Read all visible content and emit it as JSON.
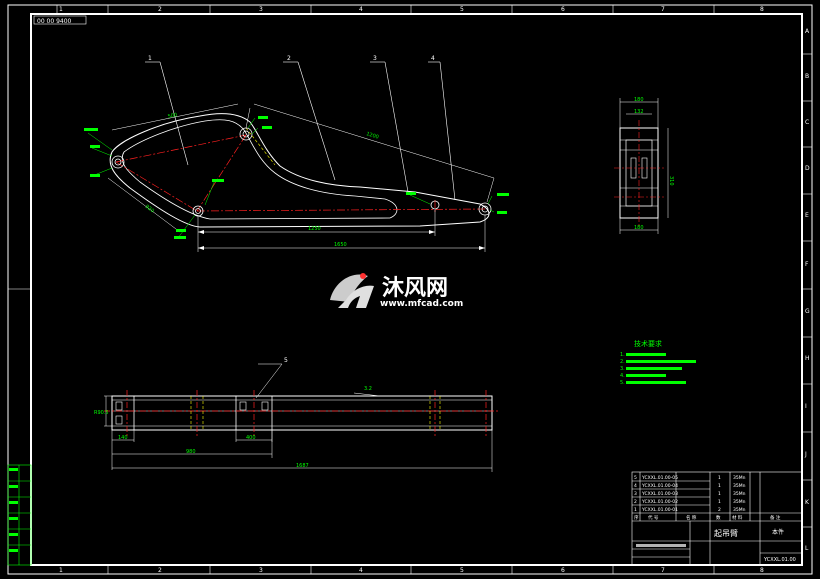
{
  "frame": {
    "top_ruler": [
      "1",
      "2",
      "3",
      "4",
      "5",
      "6",
      "7",
      "8"
    ],
    "bottom_ruler": [
      "1",
      "2",
      "3",
      "4",
      "5",
      "6",
      "7",
      "8"
    ],
    "side_ruler": [
      "A",
      "B",
      "C",
      "D",
      "E",
      "F",
      "G",
      "H",
      "I",
      "J",
      "K",
      "L"
    ],
    "corner_stamp": "00 00 9400"
  },
  "side_view": {
    "balloons": [
      "1",
      "2",
      "3",
      "4"
    ],
    "dims": {
      "upper_arm": "500",
      "right_arm": "1200",
      "bottom": "1250",
      "overall": "1650",
      "left": "920"
    }
  },
  "end_view": {
    "top_width": "180",
    "inner_width": "132",
    "height": "310",
    "bottom_width": "180"
  },
  "plan_view": {
    "balloon": "5",
    "left_height": "R90.5",
    "left_w": "140",
    "mid_w": "400",
    "span": "980",
    "overall": "1687",
    "surface_mark": "3.2"
  },
  "tech_req": {
    "title": "技术要求",
    "lines": [
      "1.",
      "2.",
      "3.",
      "4.",
      "5."
    ]
  },
  "title_block": {
    "rows": [
      [
        "5",
        "YCXXL.01.00-05",
        "",
        "1",
        "35Mn",
        ""
      ],
      [
        "4",
        "YCXXL.01.00-04",
        "",
        "1",
        "35Mn",
        ""
      ],
      [
        "3",
        "YCXXL.01.00-03",
        "",
        "1",
        "35Mn",
        ""
      ],
      [
        "2",
        "YCXXL.01.00-02",
        "",
        "1",
        "35Mn",
        ""
      ],
      [
        "1",
        "YCXXL.01.00-01",
        "",
        "2",
        "35Mn",
        ""
      ]
    ],
    "header": [
      "序",
      "代 号",
      "名 称",
      "数",
      "材 料",
      "备 注"
    ],
    "drawing_name": "起吊臂",
    "material": "本件",
    "code": "YCXXL.01.00"
  },
  "side_table": [
    "",
    "",
    "",
    "",
    "",
    ""
  ],
  "watermark": {
    "brand": "沐风网",
    "url": "www.mfcad.com"
  }
}
